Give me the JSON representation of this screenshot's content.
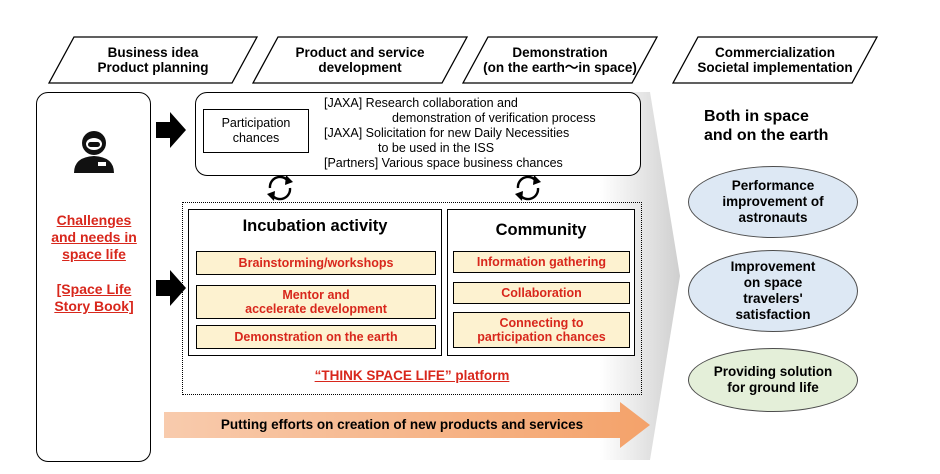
{
  "stages": [
    {
      "line1": "Business idea",
      "line2": "Product planning"
    },
    {
      "line1": "Product and service",
      "line2": "development"
    },
    {
      "line1": "Demonstration",
      "line2": "(on the earth～in space)"
    },
    {
      "line1": "Commercialization",
      "line2": "Societal implementation"
    }
  ],
  "left": {
    "challenge_lines": [
      "Challenges",
      "and needs in",
      "space life"
    ],
    "book_lines": [
      "[Space Life",
      "Story Book]"
    ]
  },
  "participation": {
    "label_lines": [
      "Participation",
      "chances"
    ],
    "items": [
      "[JAXA]  Research collaboration and",
      "demonstration of verification process",
      "[JAXA]  Solicitation for new Daily Necessities",
      "to be  used in the ISS",
      "[Partners] Various space business chances"
    ]
  },
  "incubation": {
    "title": "Incubation activity",
    "activities": [
      {
        "lines": [
          "Brainstorming/workshops"
        ]
      },
      {
        "lines": [
          "Mentor and",
          "accelerate development"
        ]
      },
      {
        "lines": [
          "Demonstration on the earth"
        ]
      }
    ]
  },
  "community": {
    "title": "Community",
    "activities": [
      {
        "lines": [
          "Information gathering"
        ]
      },
      {
        "lines": [
          "Collaboration"
        ]
      },
      {
        "lines": [
          "Connecting to",
          "participation chances"
        ]
      }
    ]
  },
  "platform_label": "“THINK SPACE LIFE” platform",
  "bottom_arrow_label": "Putting efforts on creation of new products and services",
  "right": {
    "title_lines": [
      "Both in space",
      "and on the earth"
    ],
    "outcomes": [
      {
        "lines": [
          "Performance",
          "improvement of",
          "astronauts"
        ],
        "fill": "#dde8f4"
      },
      {
        "lines": [
          "Improvement",
          "on space",
          "travelers'",
          "satisfaction"
        ],
        "fill": "#dde8f4"
      },
      {
        "lines": [
          "Providing solution",
          "for ground life"
        ],
        "fill": "#e4efd9"
      }
    ]
  },
  "colors": {
    "accent_red": "#d8271c",
    "activity_fill": "#fdf2d0",
    "bottom_arrow": "#f4b183",
    "chevron_gray": "#d9d9d9"
  },
  "icons": [
    "astronaut-icon",
    "cycle-arrows-icon",
    "right-arrow-icon"
  ]
}
